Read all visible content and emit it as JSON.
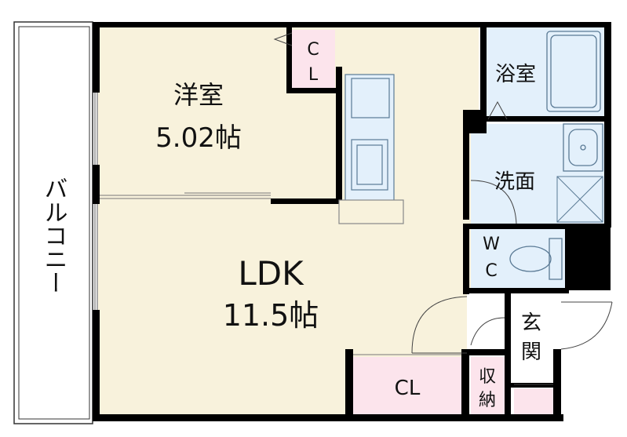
{
  "rooms": {
    "western": {
      "name": "洋室",
      "size": "5.02帖"
    },
    "ldk": {
      "name": "LDK",
      "size": "11.5帖"
    },
    "bathroom": {
      "name": "浴室"
    },
    "washroom": {
      "name": "洗面"
    },
    "toilet": {
      "line1": "W",
      "line2": "C"
    },
    "entrance": {
      "line1": "玄",
      "line2": "関"
    },
    "storage": {
      "line1": "収",
      "line2": "納"
    },
    "closet_ldk": {
      "name": "CL"
    },
    "closet_western": {
      "line1": "C",
      "line2": "L"
    },
    "balcony": {
      "name": "バルコニー"
    }
  },
  "colors": {
    "western_floor": "#f8f2dc",
    "ldk_floor": "#f8f2dc",
    "wet_area": "#e3f0fb",
    "closet": "#fce4ec",
    "wall": "#000000",
    "fixture_line": "#5a7a95"
  }
}
